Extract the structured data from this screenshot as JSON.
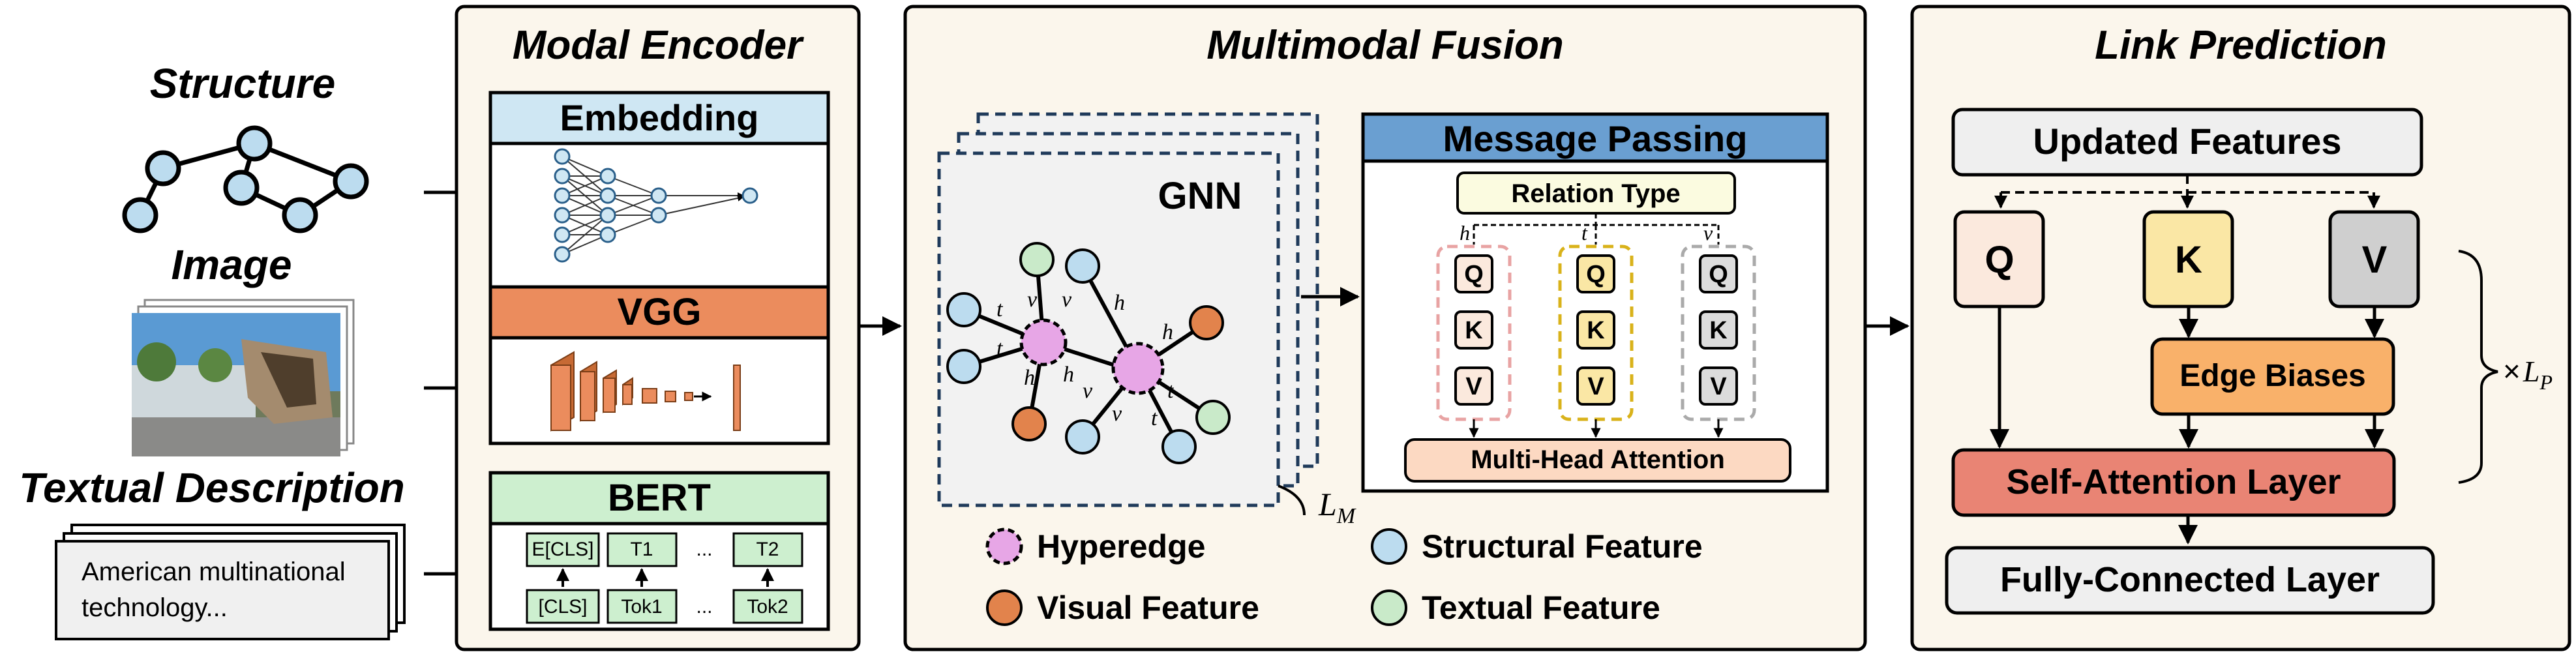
{
  "input": {
    "structure_label": "Structure",
    "image_label": "Image",
    "text_label": "Textual Description",
    "text_line1": "American multinational",
    "text_line2": "technology..."
  },
  "encoder": {
    "title": "Modal Encoder",
    "embedding_label": "Embedding",
    "vgg_label": "VGG",
    "bert_label": "BERT",
    "bert_top": [
      "E[CLS]",
      "T1",
      "...",
      "T2"
    ],
    "bert_bottom": [
      "[CLS]",
      "Tok1",
      "...",
      "Tok2"
    ]
  },
  "fusion": {
    "title": "Multimodal Fusion",
    "gnn_label": "GNN",
    "layers_label": "L",
    "layers_sub": "M",
    "message_passing": "Message Passing",
    "relation_type": "Relation Type",
    "q": "Q",
    "k": "K",
    "v": "V",
    "h": "h",
    "t": "t",
    "vv": "v",
    "mha": "Multi-Head Attention",
    "legend": {
      "hyperedge": "Hyperedge",
      "visual": "Visual Feature",
      "structural": "Structural Feature",
      "textual": "Textual Feature"
    }
  },
  "link": {
    "title": "Link Prediction",
    "updated": "Updated Features",
    "q": "Q",
    "k": "K",
    "v": "V",
    "edge_biases": "Edge Biases",
    "self_attention": "Self-Attention Layer",
    "fully_connected": "Fully-Connected Layer",
    "times": "×",
    "lp": "L",
    "lp_sub": "P"
  },
  "colors": {
    "panel_fill": "#fbf6ec",
    "structural": "#bcdcef",
    "visual": "#e2834c",
    "textual": "#c9eac9",
    "hyperedge": "#e7a6e6",
    "embedding": "#cfe7f3",
    "vgg": "#eb8c5d",
    "bert": "#cdefcf",
    "message_passing": "#6a9fd1",
    "mha": "#fcd9c2",
    "relation": "#fbfbe0",
    "q": "#fbe9dd",
    "k": "#fae7a5",
    "v": "#cfcfcf",
    "edge_biases": "#f9b16a",
    "self_attention": "#e98474",
    "updated": "#efefef"
  }
}
